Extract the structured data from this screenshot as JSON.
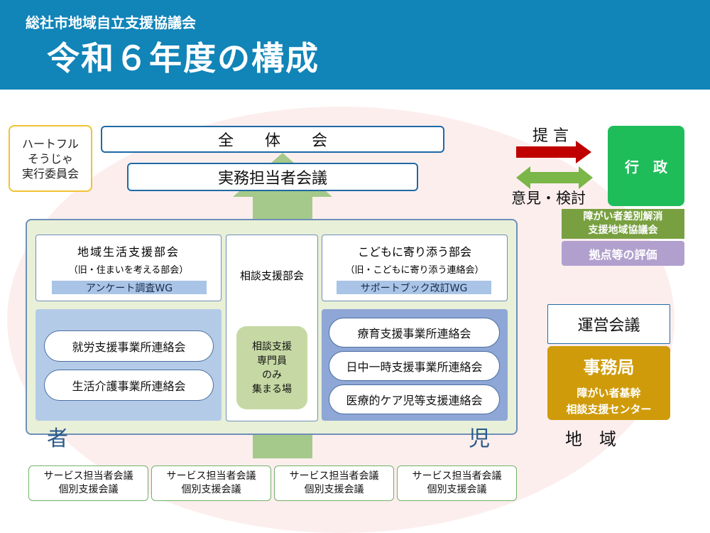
{
  "header": {
    "subtitle": "総社市地域自立支援協議会",
    "title": "令和６年度の構成"
  },
  "heart_committee": {
    "line1": "ハートフル",
    "line2": "そうじゃ",
    "line3": "実行委員会"
  },
  "plenary": "全　　体　　会",
  "staff_meeting": "実務担当者会議",
  "proposal_label": "提 言",
  "opinion_label": "意見・検討",
  "government": "行　政",
  "discrimination_council": {
    "line1": "障がい者差別解消",
    "line2": "支援地域協議会"
  },
  "base_evaluation": "拠点等の評価",
  "operation_meeting": "運営会議",
  "secretariat": {
    "title": "事務局",
    "line1": "障がい者基幹",
    "line2": "相談支援センター"
  },
  "region_label": "地　域",
  "life_support": {
    "title": "地域生活支援部会",
    "subtitle": "（旧・住まいを考える部会）",
    "wg": "アンケート調査WG",
    "groups": [
      "就労支援事業所連絡会",
      "生活介護事業所連絡会"
    ]
  },
  "consult": {
    "title": "相談支援部会",
    "box_line1": "相談支援",
    "box_line2": "専門員",
    "box_line3": "のみ",
    "box_line4": "集まる場"
  },
  "children": {
    "title": "こどもに寄り添う部会",
    "subtitle": "（旧・こどもに寄り添う連絡会）",
    "wg": "サポートブック改訂WG",
    "groups": [
      "療育支援事業所連絡会",
      "日中一時支援事業所連絡会",
      "医療的ケア児等支援連絡会"
    ]
  },
  "corner_left": "者",
  "corner_right": "児",
  "services": [
    {
      "line1": "サービス担当者会議",
      "line2": "個別支援会議"
    },
    {
      "line1": "サービス担当者会議",
      "line2": "個別支援会議"
    },
    {
      "line1": "サービス担当者会議",
      "line2": "個別支援会議"
    },
    {
      "line1": "サービス担当者会議",
      "line2": "個別支援会議"
    }
  ],
  "colors": {
    "header": "#1184b8",
    "government": "#1fbd5a",
    "discrimination": "#78a040",
    "evaluation": "#b1a0ce",
    "secretariat": "#cf9b0a",
    "proposal_arrow": "#c00000",
    "opinion_arrow": "#7ab648",
    "up_arrow": "#a4c98a"
  }
}
